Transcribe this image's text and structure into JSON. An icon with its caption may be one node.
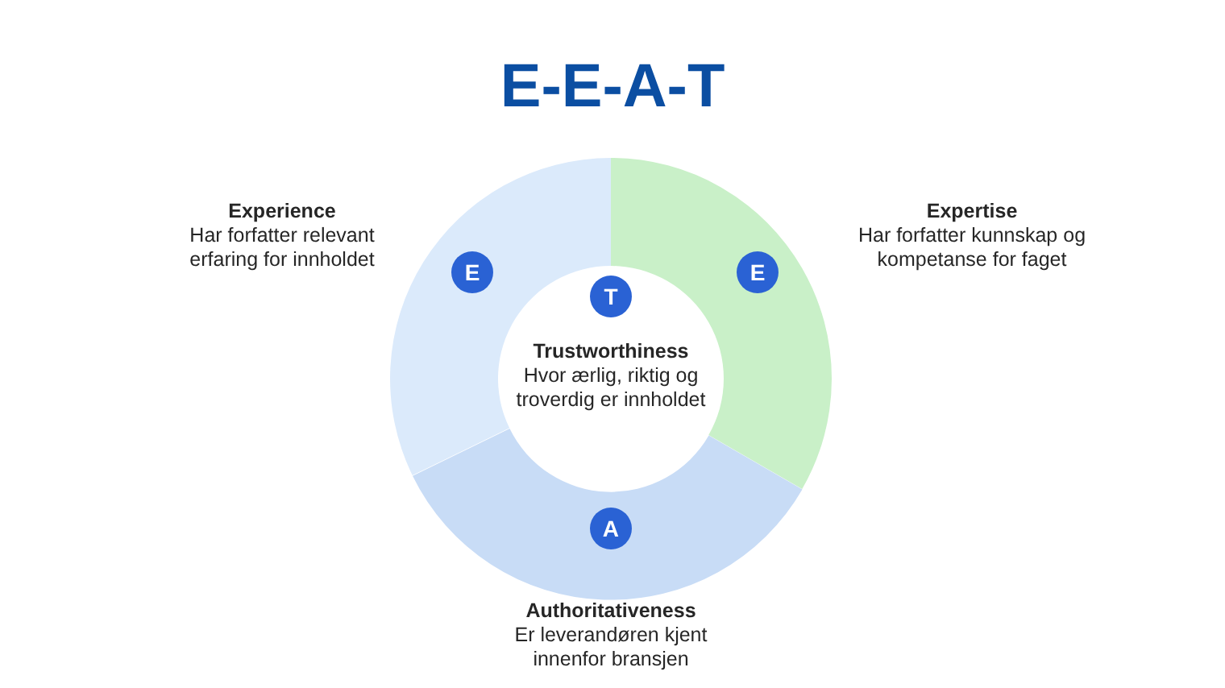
{
  "diagram": {
    "title": "E-E-A-T",
    "nodes": [
      {
        "text": [],
        "shape": "arc",
        "beside": [
          "Experience",
          "Har forfatter relevant erfaring for innholdet"
        ]
      },
      {
        "text": [
          "E"
        ],
        "in": 0
      },
      {
        "text": [],
        "shape": "arc",
        "beside": [
          "Expertise",
          "Har forfatter kunnskap og kompetanse for faget"
        ]
      },
      {
        "text": [
          "E"
        ],
        "in": 2
      },
      {
        "text": [
          "Trustworthiness",
          "Hvor ærlig, riktig og troverdig er innholdet"
        ]
      },
      {
        "text": [
          "T"
        ],
        "in": 4
      },
      {
        "text": [],
        "shape": "arc",
        "beside": [
          "Authoritativeness",
          "Er leverandøren kjent innenfor bransjen"
        ]
      },
      {
        "text": [
          "A"
        ],
        "in": 6
      }
    ]
  }
}
